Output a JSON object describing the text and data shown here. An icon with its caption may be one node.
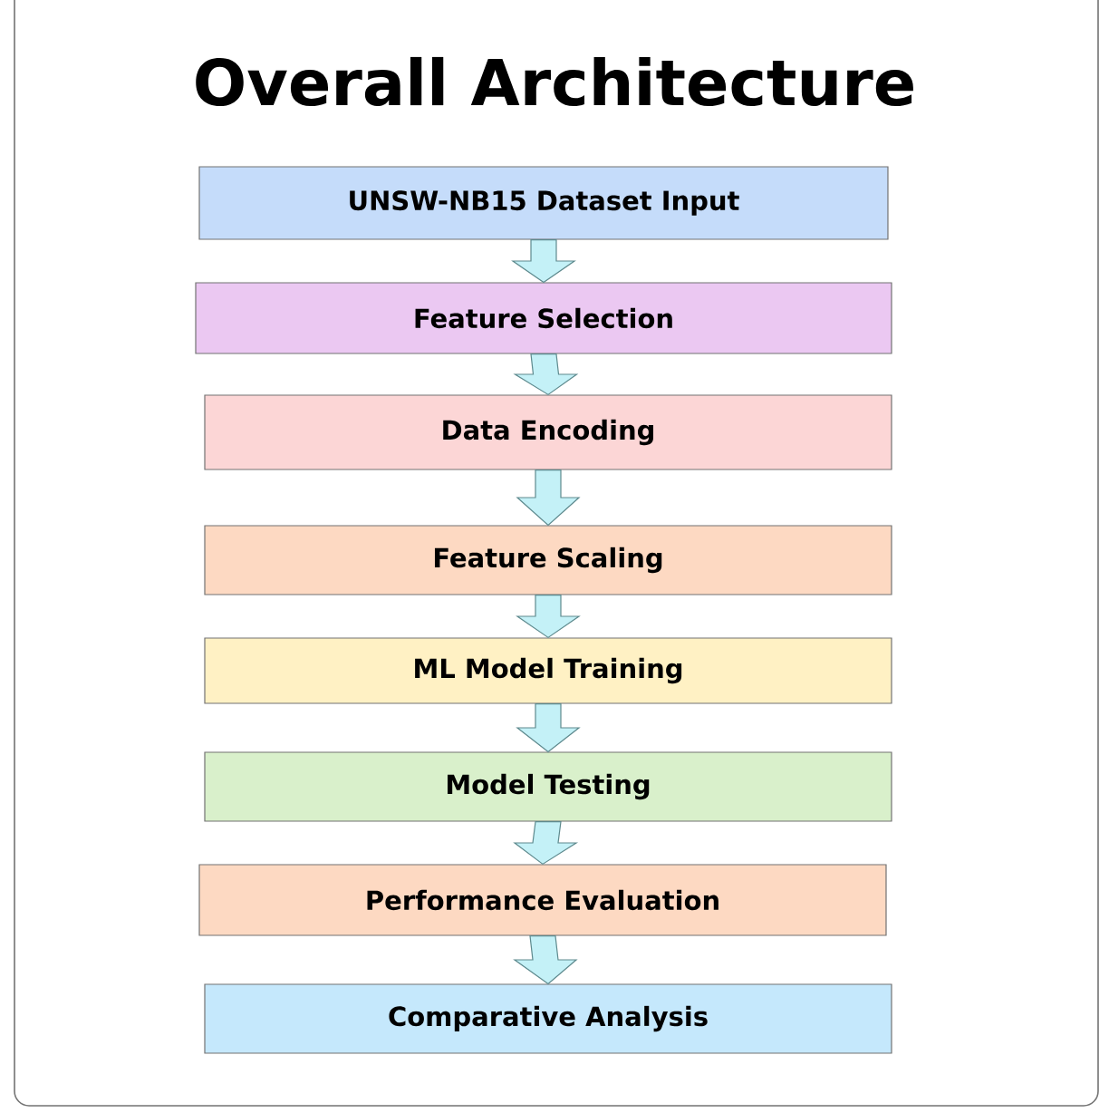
{
  "diagram": {
    "title": "Overall Architecture",
    "nodes": [
      {
        "text": [
          "UNSW-NB15 Dataset Input"
        ]
      },
      {
        "text": [
          "Feature Selection"
        ]
      },
      {
        "text": [
          "Data Encoding"
        ]
      },
      {
        "text": [
          "Feature Scaling"
        ]
      },
      {
        "text": [
          "ML Model Training"
        ]
      },
      {
        "text": [
          "Model Testing"
        ]
      },
      {
        "text": [
          "Performance Evaluation"
        ]
      },
      {
        "text": [
          "Comparative Analysis"
        ]
      }
    ],
    "edges": [
      {
        "from": 0,
        "to": 1,
        "arrow": "to"
      },
      {
        "from": 1,
        "to": 2,
        "arrow": "to"
      },
      {
        "from": 2,
        "to": 3,
        "arrow": "to"
      },
      {
        "from": 3,
        "to": 4,
        "arrow": "to"
      },
      {
        "from": 4,
        "to": 5,
        "arrow": "to"
      },
      {
        "from": 5,
        "to": 6,
        "arrow": "to"
      },
      {
        "from": 6,
        "to": 7,
        "arrow": "to"
      }
    ]
  }
}
